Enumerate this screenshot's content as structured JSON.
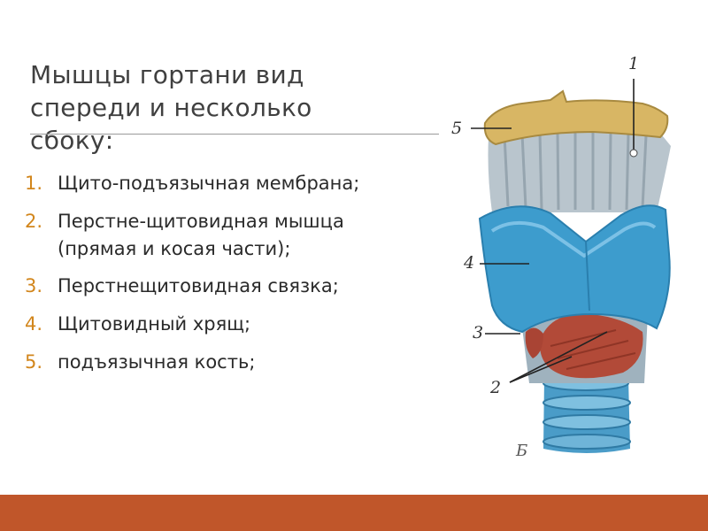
{
  "title": "Мышцы гортани вид спереди и несколько сбоку:",
  "items": [
    {
      "num": "1.",
      "text": "Щито-подъязычная мембрана;"
    },
    {
      "num": "2.",
      "text": "Перстне-щитовидная мышца (прямая и косая части);"
    },
    {
      "num": "3.",
      "text": " Перстнещитовидная связка;"
    },
    {
      "num": "4.",
      "text": "Щитовидный хрящ;"
    },
    {
      "num": "5.",
      "text": "подъязычная кость;"
    }
  ],
  "figure": {
    "labels": {
      "l1": "1",
      "l2": "2",
      "l3": "3",
      "l4": "4",
      "l5": "5"
    },
    "caption": "Б"
  },
  "colors": {
    "bullet_number": "#d2861c",
    "footer_band": "#c0562a",
    "thyroid_cartilage": "#3d9ccd",
    "hyoid_bone": "#d8b664",
    "membrane": "#b8c4cc",
    "muscle": "#b04a3a"
  }
}
